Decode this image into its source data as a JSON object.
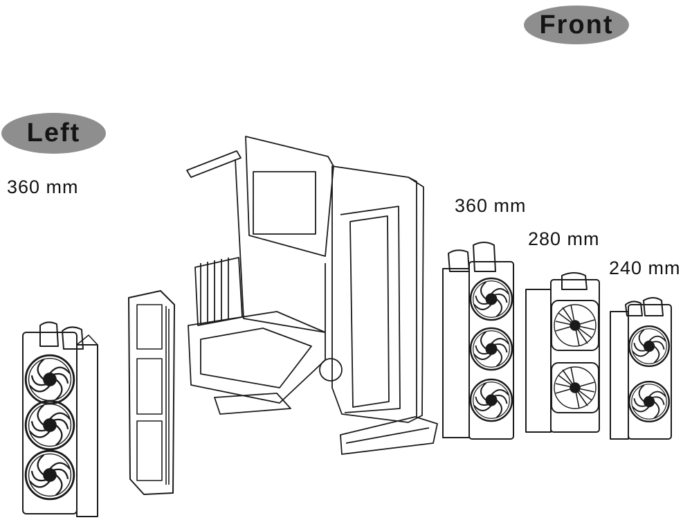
{
  "labels": {
    "front": "Front",
    "left": "Left",
    "left_radiator": "360 mm",
    "front_radiator_large": "360 mm",
    "front_radiator_medium": "280 mm",
    "front_radiator_small": "240 mm"
  },
  "colors": {
    "pill": "#8e8e8e",
    "line": "#1a1a1a"
  }
}
